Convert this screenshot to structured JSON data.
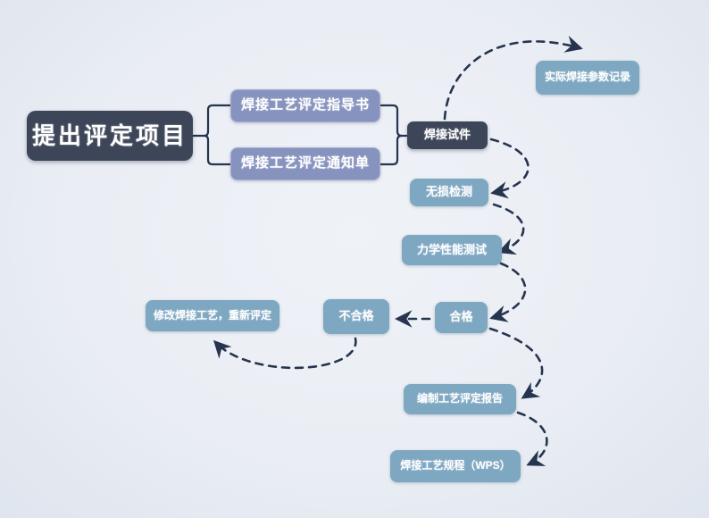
{
  "diagram": {
    "title_node": "提出评定项目",
    "language": "zh-CN",
    "colors": {
      "background": "#eaeef4",
      "dark_node": "#3d4659",
      "blue_node": "#8793bf",
      "teal_node": "#7ea7c2",
      "connector": "#26344f",
      "node_text": "#ffffff"
    },
    "nodes": [
      {
        "id": "start",
        "label": "提出评定项目"
      },
      {
        "id": "pwps",
        "label": "焊接工艺评定指导书"
      },
      {
        "id": "notice",
        "label": "焊接工艺评定通知单"
      },
      {
        "id": "test-piece",
        "label": "焊接试件"
      },
      {
        "id": "param-record",
        "label": "实际焊接参数记录"
      },
      {
        "id": "ndt",
        "label": "无损检测"
      },
      {
        "id": "mech-test",
        "label": "力学性能测试"
      },
      {
        "id": "pass",
        "label": "合格"
      },
      {
        "id": "fail",
        "label": "不合格"
      },
      {
        "id": "rework",
        "label": "修改焊接工艺，重新评定"
      },
      {
        "id": "report",
        "label": "编制工艺评定报告"
      },
      {
        "id": "wps",
        "label": "焊接工艺规程（WPS）"
      }
    ],
    "edges": [
      {
        "from": "start",
        "to": "pwps",
        "style": "solid-bracket"
      },
      {
        "from": "start",
        "to": "notice",
        "style": "solid-bracket"
      },
      {
        "from": "pwps",
        "to": "test-piece",
        "style": "solid-bracket"
      },
      {
        "from": "notice",
        "to": "test-piece",
        "style": "solid-bracket"
      },
      {
        "from": "test-piece",
        "to": "param-record",
        "style": "dashed-arrow"
      },
      {
        "from": "test-piece",
        "to": "ndt",
        "style": "dashed-arrow"
      },
      {
        "from": "ndt",
        "to": "mech-test",
        "style": "dashed-arrow"
      },
      {
        "from": "mech-test",
        "to": "pass",
        "style": "dashed-arrow"
      },
      {
        "from": "pass",
        "to": "fail",
        "style": "dashed-arrow"
      },
      {
        "from": "fail",
        "to": "rework",
        "style": "dashed-arrow"
      },
      {
        "from": "pass",
        "to": "report",
        "style": "dashed-arrow"
      },
      {
        "from": "report",
        "to": "wps",
        "style": "dashed-arrow"
      }
    ]
  }
}
